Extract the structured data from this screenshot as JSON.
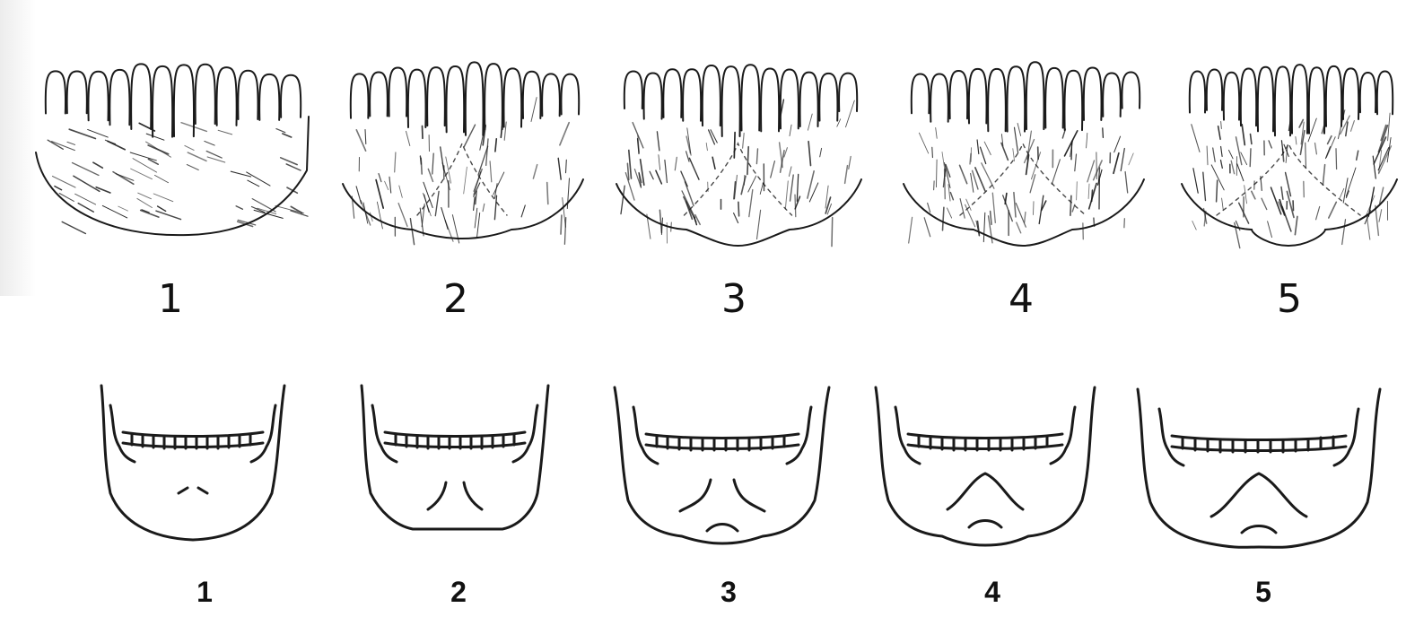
{
  "top_row": {
    "labels": [
      "1",
      "2",
      "3",
      "4",
      "5"
    ]
  },
  "bottom_row": {
    "labels": [
      "1",
      "2",
      "3",
      "4",
      "5"
    ]
  },
  "ink_color": "#1a1a1a"
}
